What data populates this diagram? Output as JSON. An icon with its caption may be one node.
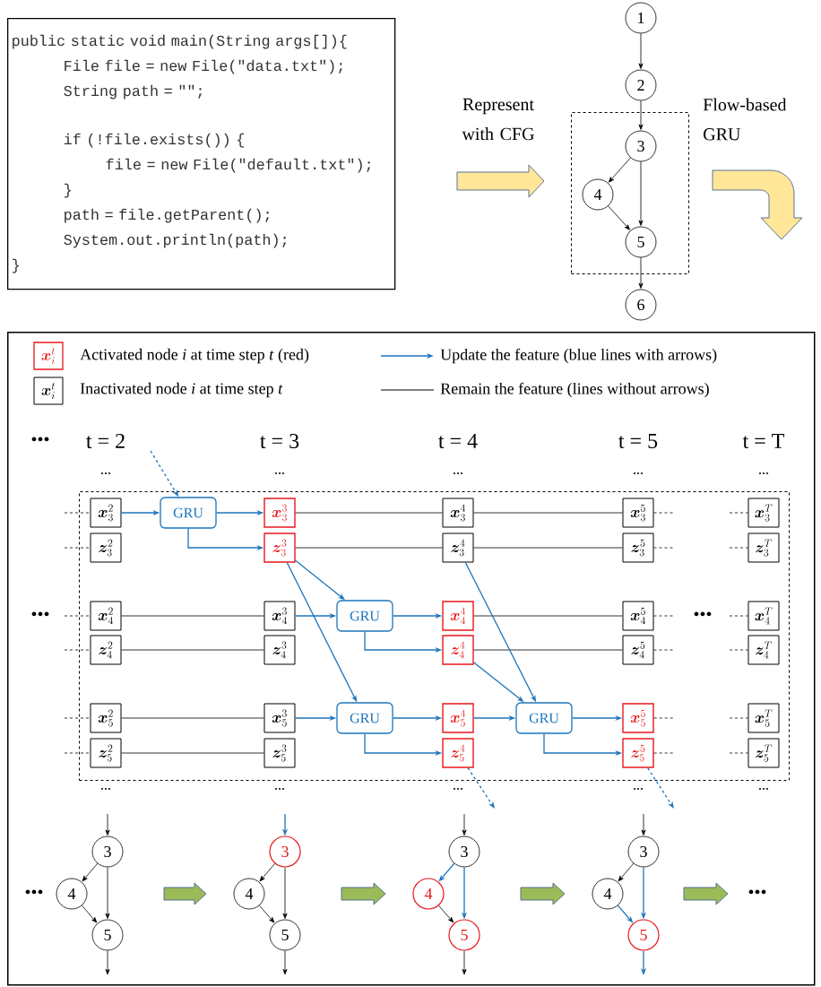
{
  "diagram": {
    "nodes": [
      {
        "text": [
          "public static void main(String args[]){",
          "File file = new File(\"data.txt\");",
          "String path = \"\";",
          "if (!file.exists()) {",
          "file = new File(\"default.txt\");",
          "}",
          "path = file.getParent();",
          "System.out.println(path);",
          "}"
        ]
      },
      {
        "text": [
          "1"
        ]
      },
      {
        "text": [
          "2"
        ]
      },
      {
        "text": [],
        "shape": "box"
      },
      {
        "text": [
          "3"
        ],
        "in": 3
      },
      {
        "text": [
          "4"
        ],
        "in": 3
      },
      {
        "text": [
          "5"
        ],
        "in": 3
      },
      {
        "text": [
          "6"
        ]
      },
      {
        "text": [],
        "shape": "box"
      },
      {
        "text": [],
        "shape": "box",
        "in": 8
      },
      {
        "text": [
          "\\bm{x}_3^2"
        ],
        "in": 9
      },
      {
        "text": [
          "GRU"
        ],
        "in": 9
      },
      {
        "text": [
          "\\bm{x}_3^3"
        ],
        "in": 9
      },
      {
        "text": [
          "\\bm{x}_3^4"
        ],
        "in": 9
      },
      {
        "text": [
          "\\bm{x}_3^5"
        ],
        "in": 9
      },
      {
        "text": [
          "\\bm{x}_3^T"
        ],
        "in": 9
      },
      {
        "text": [
          "\\bm{z}_3^2"
        ],
        "in": 9
      },
      {
        "text": [
          "\\bm{z}_3^3"
        ],
        "in": 9
      },
      {
        "text": [
          "\\bm{z}_3^4"
        ],
        "in": 9
      },
      {
        "text": [
          "\\bm{z}_3^5"
        ],
        "in": 9
      },
      {
        "text": [
          "\\bm{z}_3^T"
        ],
        "in": 9
      },
      {
        "text": [
          "\\bm{x}_4^2"
        ],
        "in": 9
      },
      {
        "text": [
          "\\bm{x}_4^3"
        ],
        "in": 9
      },
      {
        "text": [
          "GRU"
        ],
        "in": 9
      },
      {
        "text": [
          "\\bm{x}_4^4"
        ],
        "in": 9
      },
      {
        "text": [
          "\\bm{x}_4^5"
        ],
        "in": 9
      },
      {
        "text": [
          "\\bm{x}_4^T"
        ],
        "in": 9
      },
      {
        "text": [
          "\\bm{z}_4^2"
        ],
        "in": 9
      },
      {
        "text": [
          "\\bm{z}_4^3"
        ],
        "in": 9
      },
      {
        "text": [
          "\\bm{z}_4^4"
        ],
        "in": 9
      },
      {
        "text": [
          "\\bm{z}_4^5"
        ],
        "in": 9
      },
      {
        "text": [
          "\\bm{z}_4^T"
        ],
        "in": 9
      },
      {
        "text": [
          "\\bm{x}_5^2"
        ],
        "in": 9
      },
      {
        "text": [
          "\\bm{x}_5^3"
        ],
        "in": 9
      },
      {
        "text": [
          "GRU"
        ],
        "in": 9
      },
      {
        "text": [
          "\\bm{x}_5^4"
        ],
        "in": 9
      },
      {
        "text": [
          "GRU"
        ],
        "in": 9
      },
      {
        "text": [
          "\\bm{x}_5^5"
        ],
        "in": 9
      },
      {
        "text": [
          "\\bm{x}_5^T"
        ],
        "in": 9
      },
      {
        "text": [
          "\\bm{z}_5^2"
        ],
        "in": 9
      },
      {
        "text": [
          "\\bm{z}_5^3"
        ],
        "in": 9
      },
      {
        "text": [
          "\\bm{z}_5^4"
        ],
        "in": 9
      },
      {
        "text": [
          "\\bm{z}_5^5"
        ],
        "in": 9
      },
      {
        "text": [
          "\\bm{z}_5^T"
        ],
        "in": 9
      },
      {
        "text": [
          "3"
        ],
        "in": 8
      },
      {
        "text": [
          "4"
        ],
        "in": 8
      },
      {
        "text": [
          "5"
        ],
        "in": 8
      },
      {
        "text": [
          "3"
        ],
        "in": 8
      },
      {
        "text": [
          "4"
        ],
        "in": 8
      },
      {
        "text": [
          "5"
        ],
        "in": 8
      },
      {
        "text": [
          "3"
        ],
        "in": 8
      },
      {
        "text": [
          "4"
        ],
        "in": 8
      },
      {
        "text": [
          "5"
        ],
        "in": 8
      },
      {
        "text": [
          "3"
        ],
        "in": 8
      },
      {
        "text": [
          "4"
        ],
        "in": 8
      },
      {
        "text": [
          "5"
        ],
        "in": 8
      },
      {
        "text": [
          "•••"
        ],
        "in": 8
      }
    ],
    "edges": [
      {
        "from": 0,
        "to": 3,
        "arrow": "to",
        "label": "Represent with CFG",
        "style": "thick",
        "color": "#ffe699"
      },
      {
        "from": 3,
        "to": null,
        "arrow": "to",
        "label": "Flow-based GRU",
        "style": "thick",
        "color": "#ffe699"
      },
      {
        "from": 1,
        "to": 2,
        "arrow": "to"
      },
      {
        "from": 2,
        "to": 4,
        "arrow": "to"
      },
      {
        "from": 4,
        "to": 5,
        "arrow": "to"
      },
      {
        "from": 4,
        "to": 6,
        "arrow": "to"
      },
      {
        "from": 5,
        "to": 6,
        "arrow": "to"
      },
      {
        "from": 6,
        "to": 7,
        "arrow": "to"
      },
      {
        "from": null,
        "to": 11,
        "arrow": "to",
        "style": "dashed",
        "color": "#1c75bc"
      },
      {
        "from": 10,
        "to": 11,
        "arrow": "to",
        "color": "#1c75bc"
      },
      {
        "from": 11,
        "to": 12,
        "arrow": "to",
        "color": "#1c75bc"
      },
      {
        "from": 11,
        "to": 17,
        "arrow": "to",
        "color": "#1c75bc"
      },
      {
        "from": 12,
        "to": 13,
        "arrow": "none"
      },
      {
        "from": 13,
        "to": 14,
        "arrow": "none"
      },
      {
        "from": 17,
        "to": 18,
        "arrow": "none"
      },
      {
        "from": 18,
        "to": 19,
        "arrow": "none"
      },
      {
        "from": 17,
        "to": 23,
        "arrow": "to",
        "color": "#1c75bc"
      },
      {
        "from": 17,
        "to": 34,
        "arrow": "to",
        "color": "#1c75bc"
      },
      {
        "from": 21,
        "to": 22,
        "arrow": "none"
      },
      {
        "from": 22,
        "to": 23,
        "arrow": "to",
        "color": "#1c75bc"
      },
      {
        "from": 23,
        "to": 24,
        "arrow": "to",
        "color": "#1c75bc"
      },
      {
        "from": 23,
        "to": 29,
        "arrow": "to",
        "color": "#1c75bc"
      },
      {
        "from": 24,
        "to": 25,
        "arrow": "none"
      },
      {
        "from": 27,
        "to": 28,
        "arrow": "none"
      },
      {
        "from": 29,
        "to": 30,
        "arrow": "none"
      },
      {
        "from": 18,
        "to": 36,
        "arrow": "to",
        "color": "#1c75bc"
      },
      {
        "from": 29,
        "to": 36,
        "arrow": "to",
        "color": "#1c75bc"
      },
      {
        "from": 32,
        "to": 33,
        "arrow": "none"
      },
      {
        "from": 33,
        "to": 34,
        "arrow": "to",
        "color": "#1c75bc"
      },
      {
        "from": 34,
        "to": 35,
        "arrow": "to",
        "color": "#1c75bc"
      },
      {
        "from": 34,
        "to": 41,
        "arrow": "to",
        "color": "#1c75bc"
      },
      {
        "from": 35,
        "to": 36,
        "arrow": "to",
        "color": "#1c75bc"
      },
      {
        "from": 36,
        "to": 37,
        "arrow": "to",
        "color": "#1c75bc"
      },
      {
        "from": 36,
        "to": 42,
        "arrow": "to",
        "color": "#1c75bc"
      },
      {
        "from": 39,
        "to": 40,
        "arrow": "none"
      },
      {
        "from": 41,
        "to": null,
        "arrow": "to",
        "style": "dashed",
        "color": "#1c75bc"
      },
      {
        "from": 42,
        "to": null,
        "arrow": "to",
        "style": "dashed",
        "color": "#1c75bc"
      },
      {
        "from": null,
        "to": 10,
        "arrow": "none",
        "style": "dashed"
      },
      {
        "from": 14,
        "to": null,
        "arrow": "none",
        "style": "dashed"
      },
      {
        "from": null,
        "to": 15,
        "arrow": "none",
        "style": "dashed"
      },
      {
        "from": null,
        "to": 16,
        "arrow": "none",
        "style": "dashed"
      },
      {
        "from": 19,
        "to": null,
        "arrow": "none",
        "style": "dashed"
      },
      {
        "from": null,
        "to": 20,
        "arrow": "none",
        "style": "dashed"
      },
      {
        "from": null,
        "to": 21,
        "arrow": "none",
        "style": "dashed"
      },
      {
        "from": 25,
        "to": null,
        "arrow": "none",
        "style": "dashed"
      },
      {
        "from": null,
        "to": 26,
        "arrow": "none",
        "style": "dashed"
      },
      {
        "from": null,
        "to": 27,
        "arrow": "none",
        "style": "dashed"
      },
      {
        "from": 30,
        "to": null,
        "arrow": "none",
        "style": "dashed"
      },
      {
        "from": null,
        "to": 31,
        "arrow": "none",
        "style": "dashed"
      },
      {
        "from": null,
        "to": 32,
        "arrow": "none",
        "style": "dashed"
      },
      {
        "from": 37,
        "to": null,
        "arrow": "none",
        "style": "dashed"
      },
      {
        "from": null,
        "to": 38,
        "arrow": "none",
        "style": "dashed"
      },
      {
        "from": null,
        "to": 39,
        "arrow": "none",
        "style": "dashed"
      },
      {
        "from": 42,
        "to": null,
        "arrow": "none",
        "style": "dashed"
      },
      {
        "from": null,
        "to": 43,
        "arrow": "none",
        "style": "dashed"
      },
      {
        "from": null,
        "to": 44,
        "arrow": "to"
      },
      {
        "from": 44,
        "to": 45,
        "arrow": "to"
      },
      {
        "from": 44,
        "to": 46,
        "arrow": "to"
      },
      {
        "from": 45,
        "to": 46,
        "arrow": "to"
      },
      {
        "from": 46,
        "to": null,
        "arrow": "to"
      },
      {
        "from": null,
        "to": 47,
        "arrow": "to",
        "color": "#1c75bc"
      },
      {
        "from": 47,
        "to": 48,
        "arrow": "to"
      },
      {
        "from": 47,
        "to": 49,
        "arrow": "to"
      },
      {
        "from": 48,
        "to": 49,
        "arrow": "to"
      },
      {
        "from": 49,
        "to": null,
        "arrow": "to"
      },
      {
        "from": null,
        "to": 50,
        "arrow": "to"
      },
      {
        "from": 50,
        "to": 51,
        "arrow": "to",
        "color": "#1c75bc"
      },
      {
        "from": 50,
        "to": 52,
        "arrow": "to",
        "color": "#1c75bc"
      },
      {
        "from": 51,
        "to": 52,
        "arrow": "to"
      },
      {
        "from": 52,
        "to": null,
        "arrow": "to"
      },
      {
        "from": null,
        "to": 53,
        "arrow": "to"
      },
      {
        "from": 53,
        "to": 54,
        "arrow": "to"
      },
      {
        "from": 53,
        "to": 55,
        "arrow": "to",
        "color": "#1c75bc"
      },
      {
        "from": 54,
        "to": 55,
        "arrow": "to",
        "color": "#1c75bc"
      },
      {
        "from": 55,
        "to": null,
        "arrow": "to",
        "color": "#1c75bc"
      },
      {
        "from": 46,
        "to": 48,
        "arrow": "to",
        "style": "thick",
        "color": "#9bbb59"
      },
      {
        "from": 49,
        "to": 51,
        "arrow": "to",
        "style": "thick",
        "color": "#9bbb59"
      },
      {
        "from": 52,
        "to": 54,
        "arrow": "to",
        "style": "thick",
        "color": "#9bbb59"
      },
      {
        "from": null,
        "to": 56,
        "arrow": "to",
        "style": "thick",
        "color": "#9bbb59"
      }
    ],
    "labels": [
      "\\bm{x}_i^t",
      "\\bm{x}_i^t",
      "•••",
      "t = 2",
      "t = 3",
      "t = 4",
      "t = 5",
      "t = T",
      "...",
      "...",
      "...",
      "...",
      "...",
      "•••",
      "•••",
      "...",
      "...",
      "...",
      "...",
      "...",
      "•••"
    ],
    "legend": [
      {
        "text": "Activated node *i* at time step *t* (red)"
      },
      {
        "text": "Inactivated node *i* at time step *t*"
      },
      {
        "text": "Update the feature (blue lines with arrows)"
      },
      {
        "text": "Remain the feature (lines without arrows)"
      }
    ]
  }
}
